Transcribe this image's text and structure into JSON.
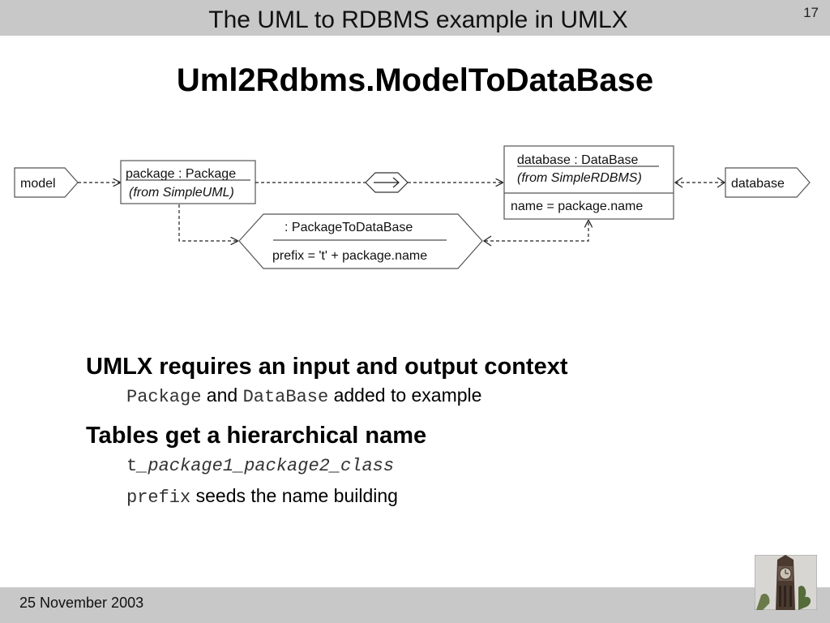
{
  "header": {
    "title": "The UML to RDBMS example in UMLX",
    "slide_number": "17"
  },
  "slide": {
    "heading": "Uml2Rdbms.ModelToDataBase"
  },
  "diagram": {
    "input_port": "model",
    "output_port": "database",
    "source_class": {
      "name": "package : Package",
      "origin": "(from SimpleUML)"
    },
    "target_class": {
      "name": "database : DataBase",
      "origin": "(from SimpleRDBMS)",
      "attribute": "name = package.name"
    },
    "transformation": {
      "name": ": PackageToDataBase",
      "expression": "prefix = 't' + package.name"
    }
  },
  "bullets": {
    "b1_title": "UMLX requires an input and output context",
    "b1_sub": {
      "code1": "Package",
      "and": " and ",
      "code2": "DataBase",
      "tail": " added to example"
    },
    "b2_title": "Tables get a hierarchical name",
    "b2_sub1": {
      "prefix": "t",
      "rest": "_package1_package2_class"
    },
    "b2_sub2": {
      "code": "prefix",
      "tail": " seeds the name building"
    }
  },
  "footer": {
    "date": "25 November 2003"
  }
}
